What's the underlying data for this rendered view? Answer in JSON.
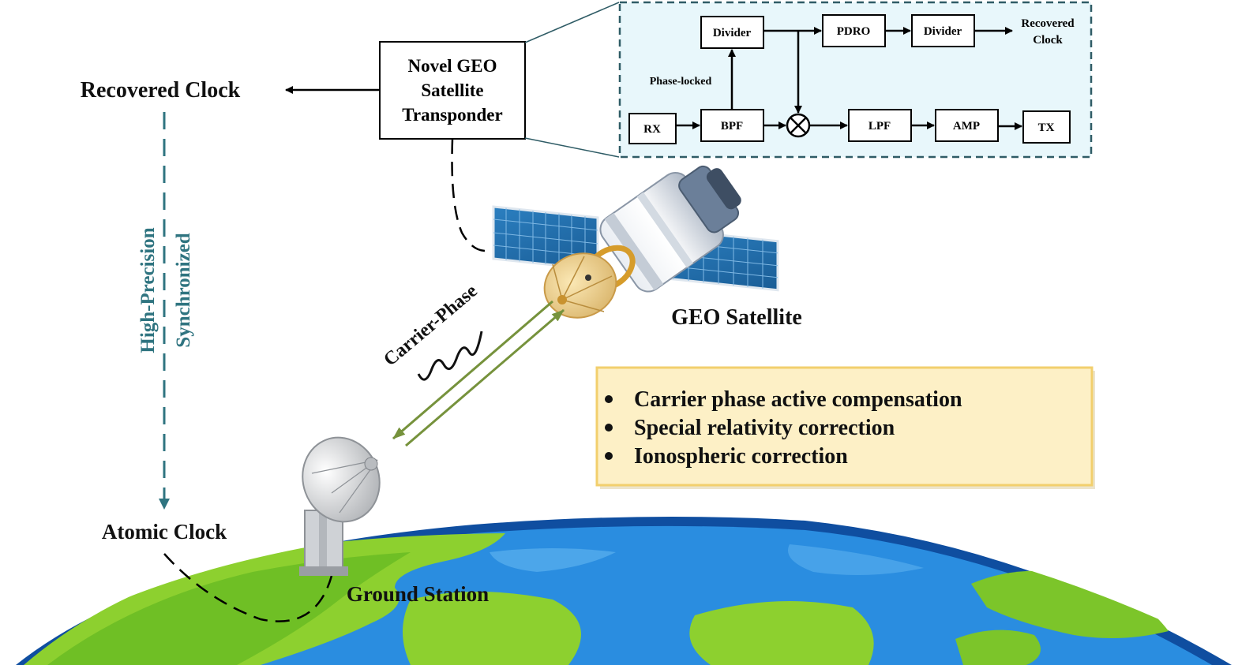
{
  "labels": {
    "recovered_clock_main": "Recovered Clock",
    "atomic_clock": "Atomic Clock",
    "high_precision": "High-Precision",
    "synchronized": "Synchronized",
    "geo_satellite": "GEO Satellite",
    "ground_station": "Ground Station",
    "carrier_phase": "Carrier-Phase"
  },
  "transponder": {
    "line1": "Novel GEO",
    "line2": "Satellite",
    "line3": "Transponder"
  },
  "block_diagram": {
    "divider_left": "Divider",
    "pdro": "PDRO",
    "divider_right": "Divider",
    "recovered_clock_line1": "Recovered",
    "recovered_clock_line2": "Clock",
    "phase_locked": "Phase-locked",
    "rx": "RX",
    "bpf": "BPF",
    "lpf": "LPF",
    "amp": "AMP",
    "tx": "TX"
  },
  "corrections": [
    "Carrier phase active compensation",
    "Special relativity correction",
    "Ionospheric correction"
  ],
  "colors": {
    "teal_dashed": "#2f7480",
    "block_bg": "#e8f7fb",
    "note_bg": "#fdf0c6",
    "note_border": "#f2cf6d",
    "link_green": "#76923c",
    "earth_green": "#7cc52a",
    "earth_blue": "#1b78c8"
  }
}
